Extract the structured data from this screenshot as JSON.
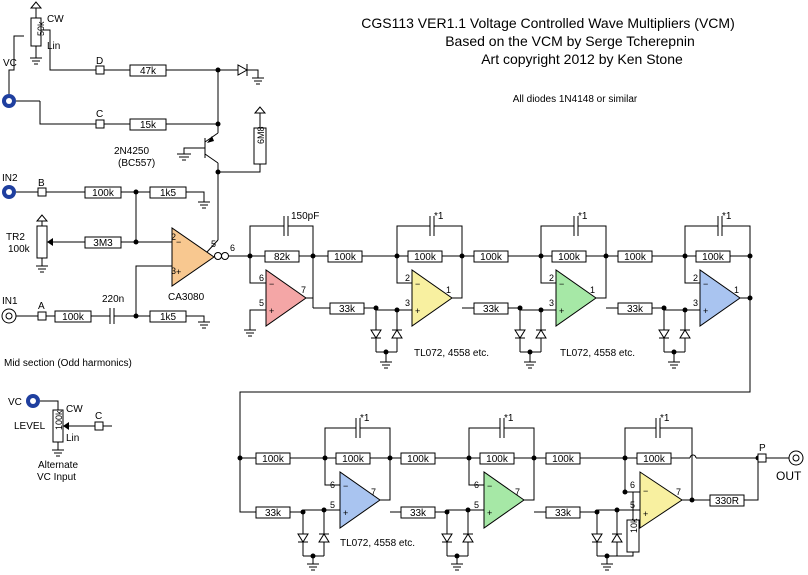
{
  "header": {
    "title": "CGS113  VER1.1 Voltage Controlled Wave Multipliers (VCM)",
    "subtitle": "Based on the VCM by Serge Tcherepnin",
    "copyright": "Art copyright 2012 by Ken Stone",
    "note": "All diodes 1N4148 or similar"
  },
  "colors": {
    "pink": "#f4a6a6",
    "yellow": "#f8f0a0",
    "green": "#a6e8a6",
    "blue": "#a9c4f0",
    "jack": "#1f3f9f"
  },
  "labels": {
    "vc": "VC",
    "cw": "CW",
    "lin": "Lin",
    "pot50k": "50k",
    "in2": "IN2",
    "in1": "IN1",
    "tr2": "TR2",
    "tr2val": "100k",
    "node_a": "A",
    "node_b": "B",
    "node_c": "C",
    "node_d": "D",
    "node_p": "P",
    "out": "OUT",
    "transistor1": "2N4250",
    "transistor2": "(BC557)",
    "ota": "CA3080",
    "mid_section": "Mid section (Odd harmonics)",
    "alt_vc": "Alternate",
    "alt_vc2": "VC Input",
    "level": "LEVEL",
    "pot100k": "100k",
    "opamp_note": "TL072, 4558 etc."
  },
  "resistors": {
    "r47k": "47k",
    "r15k": "15k",
    "r6m8": "6M8",
    "r100k": "100k",
    "r1k5": "1k5",
    "r3m3": "3M3",
    "r82k": "82k",
    "r33k": "33k",
    "r330": "330R",
    "r10k": "10k"
  },
  "caps": {
    "c150p": "150pF",
    "c220n": "220n",
    "star": "*1"
  },
  "pins": {
    "p1": "1",
    "p2": "2",
    "p3": "3",
    "p5": "5",
    "p6": "6",
    "p7": "7",
    "minus": "−",
    "plus": "+"
  }
}
